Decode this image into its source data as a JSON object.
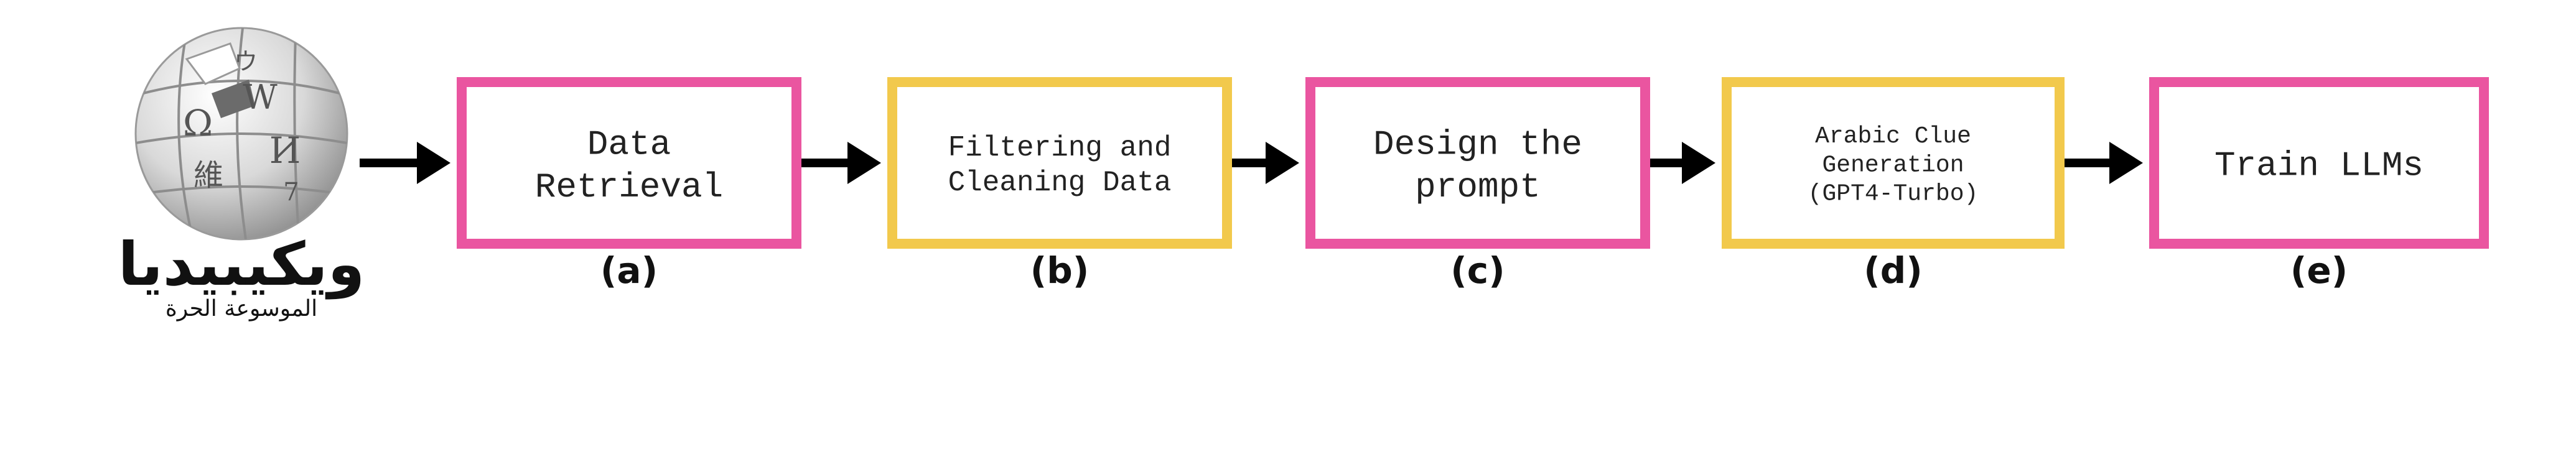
{
  "logo": {
    "icon": "wikipedia-puzzle-globe-icon",
    "title": "ويكيبيديا",
    "subtitle": "الموسوعة الحرة",
    "glyphs": [
      "Ω",
      "W",
      "И",
      "維",
      "ウ",
      "7"
    ]
  },
  "colors": {
    "pink": "#ea55a0",
    "yellow": "#f2c94c",
    "arrow": "#000000"
  },
  "steps": [
    {
      "lines": [
        "Data",
        "Retrieval"
      ],
      "label": "(a)",
      "border": "pink"
    },
    {
      "lines": [
        "Filtering and",
        "Cleaning Data"
      ],
      "label": "(b)",
      "border": "yellow"
    },
    {
      "lines": [
        "Design the",
        "prompt"
      ],
      "label": "(c)",
      "border": "pink"
    },
    {
      "lines": [
        "Arabic Clue",
        "Generation",
        "(GPT4-Turbo)"
      ],
      "label": "(d)",
      "border": "yellow"
    },
    {
      "lines": [
        "Train LLMs"
      ],
      "label": "(e)",
      "border": "pink"
    }
  ]
}
